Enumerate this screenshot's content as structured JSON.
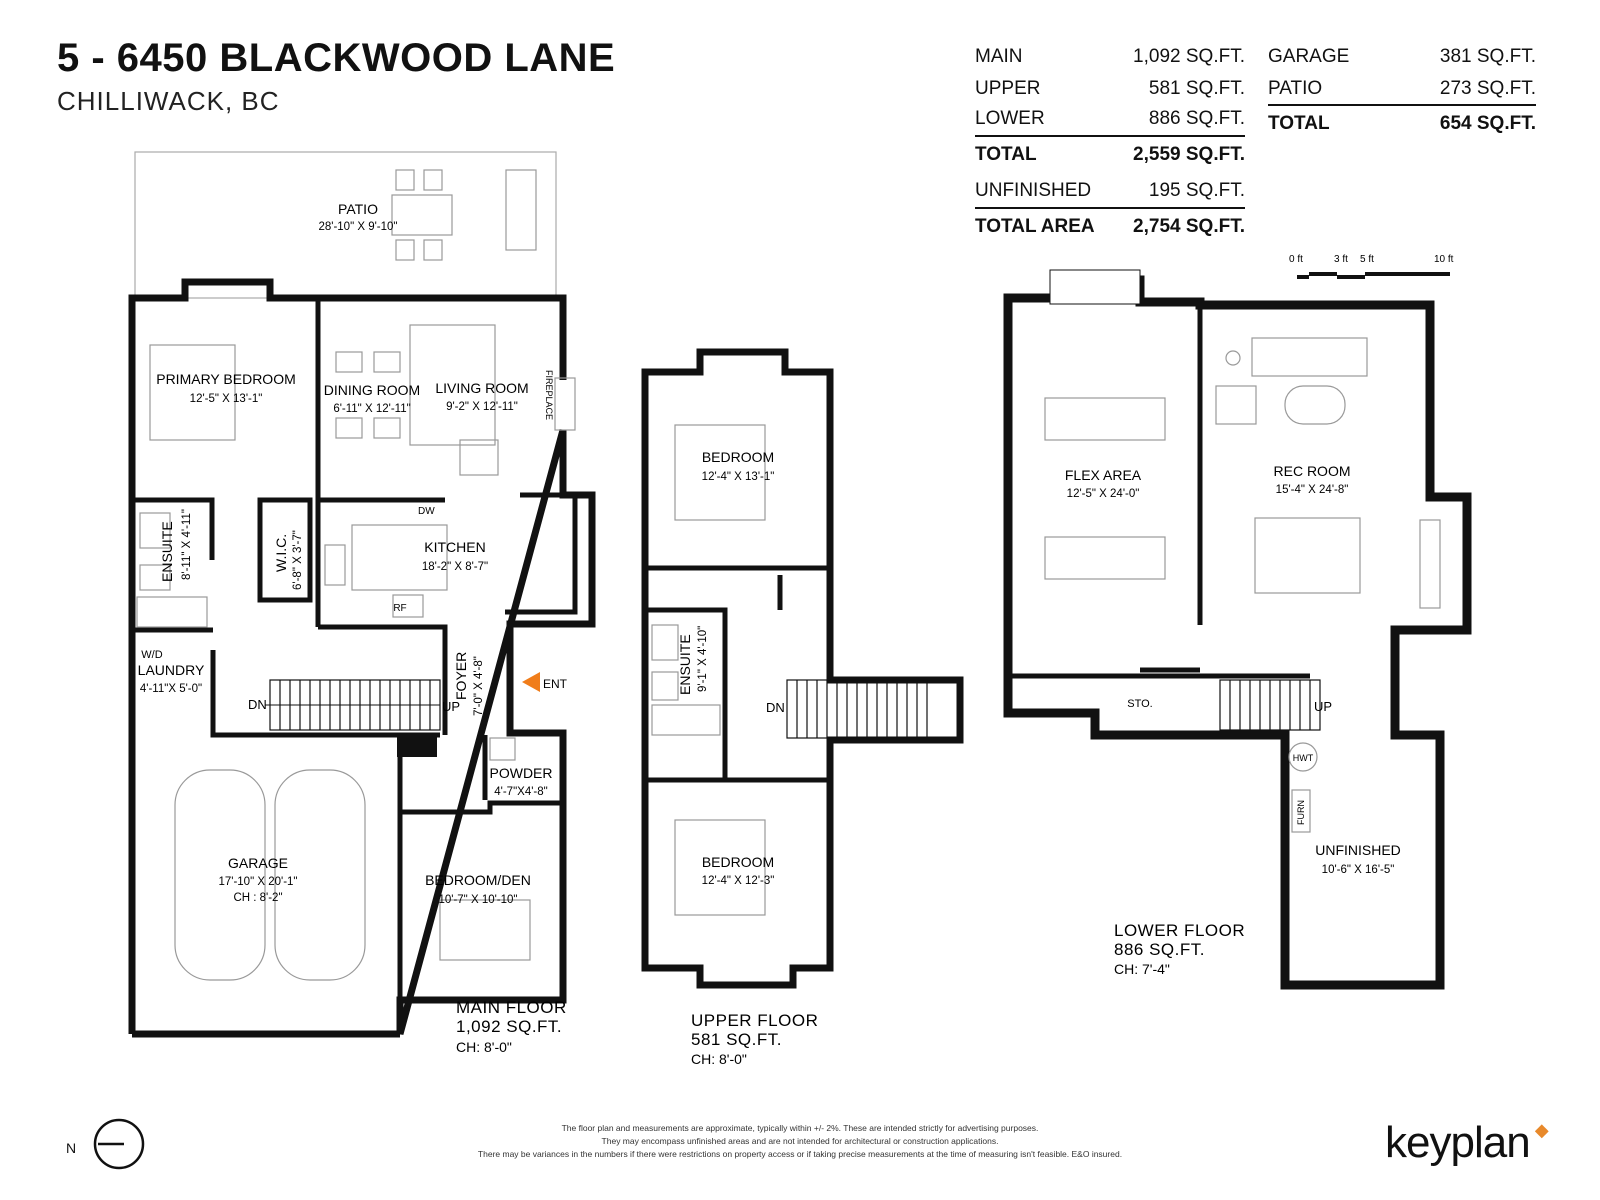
{
  "header": {
    "title": "5 - 6450 BLACKWOOD LANE",
    "subtitle": "CHILLIWACK, BC"
  },
  "summary_left": [
    {
      "label": "MAIN",
      "value": "1,092 SQ.FT."
    },
    {
      "label": "UPPER",
      "value": "581 SQ.FT."
    },
    {
      "label": "LOWER",
      "value": "886 SQ.FT."
    },
    {
      "label": "TOTAL",
      "value": "2,559 SQ.FT."
    },
    {
      "label": "UNFINISHED",
      "value": "195 SQ.FT."
    },
    {
      "label": "TOTAL AREA",
      "value": "2,754 SQ.FT."
    }
  ],
  "summary_right": [
    {
      "label": "GARAGE",
      "value": "381 SQ.FT."
    },
    {
      "label": "PATIO",
      "value": "273 SQ.FT."
    },
    {
      "label": "TOTAL",
      "value": "654 SQ.FT."
    }
  ],
  "scale": {
    "s0": "0 ft",
    "s3": "3 ft",
    "s5": "5 ft",
    "s10": "10 ft"
  },
  "rooms": {
    "patio": {
      "name": "PATIO",
      "dim": "28'-10\" X 9'-10\""
    },
    "primary_bedroom": {
      "name": "PRIMARY BEDROOM",
      "dim": "12'-5\" X 13'-1\""
    },
    "dining_room": {
      "name": "DINING ROOM",
      "dim": "6'-11\" X 12'-11\""
    },
    "living_room": {
      "name": "LIVING ROOM",
      "dim": "9'-2\" X 12'-11\""
    },
    "fireplace": "FIREPLACE",
    "ensuite_main": {
      "name": "ENSUITE",
      "dim": "8'-11\" X 4'-11\""
    },
    "wic": {
      "name": "W.I.C.",
      "dim": "6'-8\" X 3'-7\""
    },
    "kitchen": {
      "name": "KITCHEN",
      "dim": "18'-2\" X 8'-7\""
    },
    "dw": "DW",
    "rf": "RF",
    "wd": "W/D",
    "laundry": {
      "name": "LAUNDRY",
      "dim": "4'-11\"X 5'-0\""
    },
    "foyer": {
      "name": "FOYER",
      "dim": "7'-0\" X 4'-8\""
    },
    "ent": "ENT",
    "powder": {
      "name": "POWDER",
      "dim": "4'-7\"X4'-8\""
    },
    "garage": {
      "name": "GARAGE",
      "dim": "17'-10\" X 20'-1\"",
      "ch": "CH : 8'-2\""
    },
    "bedroom_den": {
      "name": "BEDROOM/DEN",
      "dim": "10'-7\" X 10'-10\""
    },
    "dn": "DN",
    "up": "UP",
    "bedroom_upper1": {
      "name": "BEDROOM",
      "dim": "12'-4\" X 13'-1\""
    },
    "ensuite_upper": {
      "name": "ENSUITE",
      "dim": "9'-1\" X 4'-10\""
    },
    "bedroom_upper2": {
      "name": "BEDROOM",
      "dim": "12'-4\" X 12'-3\""
    },
    "flex_area": {
      "name": "FLEX AREA",
      "dim": "12'-5\" X 24'-0\""
    },
    "rec_room": {
      "name": "REC ROOM",
      "dim": "15'-4\" X 24'-8\""
    },
    "sto": "STO.",
    "hwt": "HWT",
    "furn": "FURN",
    "unfinished": {
      "name": "UNFINISHED",
      "dim": "10'-6\" X 16'-5\""
    }
  },
  "floors": {
    "main": {
      "name": "MAIN FLOOR",
      "area": "1,092 SQ.FT.",
      "ch": "CH: 8'-0\""
    },
    "upper": {
      "name": "UPPER FLOOR",
      "area": "581 SQ.FT.",
      "ch": "CH: 8'-0\""
    },
    "lower": {
      "name": "LOWER FLOOR",
      "area": "886 SQ.FT.",
      "ch": "CH: 7'-4\""
    }
  },
  "compass": {
    "label": "N"
  },
  "disclaimer": [
    "The floor plan and measurements are approximate, typically within +/- 2%. These are intended strictly for advertising purposes.",
    "They may encompass unfinished areas and are not intended for architectural or construction applications.",
    "There may be variances in the numbers if there were restrictions on property access or if taking precise measurements at the time of measuring isn't feasible. E&O insured."
  ],
  "brand": {
    "name": "keyplan",
    "accent": "#e8892b"
  },
  "colors": {
    "wall": "#111111",
    "fixture": "#999999",
    "entry_arrow": "#f07d1a"
  }
}
